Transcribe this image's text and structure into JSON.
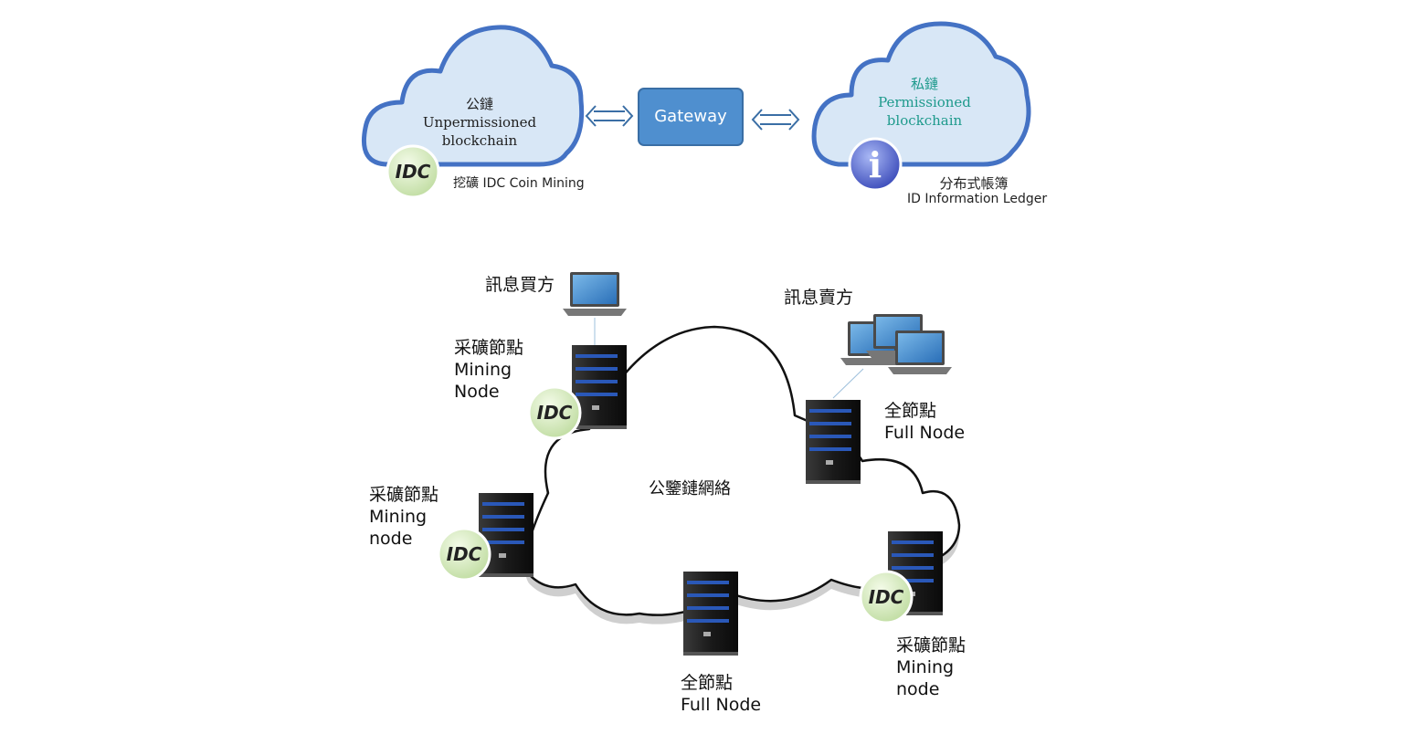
{
  "top": {
    "public_chain": {
      "zh": "公鏈",
      "en1": "Unpermissioned",
      "en2": "blockchain"
    },
    "gateway": {
      "label": "Gateway"
    },
    "private_chain": {
      "zh": "私鏈",
      "en1": "Permissioned",
      "en2": "blockchain"
    },
    "mining_caption": "挖礦 IDC Coin Mining",
    "ledger_caption_zh": "分布式帳簿",
    "ledger_caption_en": "ID Information Ledger",
    "idc_badge": "IDC",
    "info_badge": "i"
  },
  "network": {
    "center_label": "公鑒鏈網絡",
    "buyer": "訊息買方",
    "seller": "訊息賣方",
    "node_top_left": {
      "zh": "采礦節點",
      "en1": "Mining",
      "en2": "Node"
    },
    "node_left": {
      "zh": "采礦節點",
      "en1": "Mining",
      "en2": "node"
    },
    "node_right": {
      "zh": "采礦節點",
      "en1": "Mining",
      "en2": "node"
    },
    "node_top_right": {
      "zh": "全節點",
      "en": "Full Node"
    },
    "node_bottom": {
      "zh": "全節點",
      "en": "Full Node"
    },
    "idc_badge": "IDC"
  },
  "colors": {
    "cloud_fill": "#d8e7f6",
    "cloud_stroke": "#4472c4",
    "gateway_fill": "#4f8fcf",
    "idc_badge_fill": "#dcefc9",
    "private_text": "#1e9a8c"
  }
}
